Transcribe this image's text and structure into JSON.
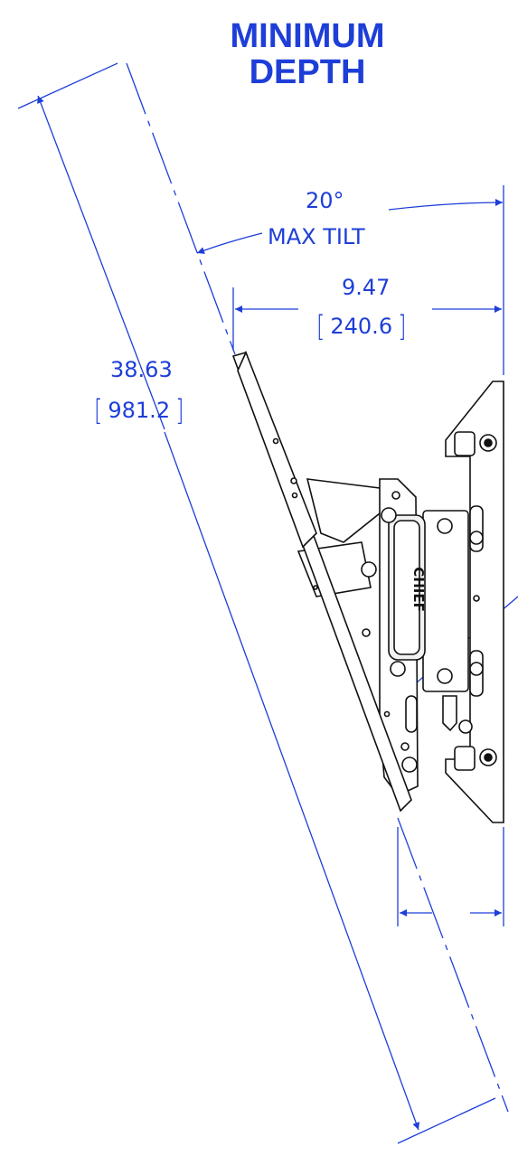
{
  "title": {
    "line1": "MINIMUM",
    "line2": "DEPTH"
  },
  "dimensions": {
    "tilt": {
      "angle": "20°",
      "label": "MAX TILT"
    },
    "depth": {
      "inches": "9.47",
      "mm": "240.6"
    },
    "diagonal": {
      "inches": "38.63",
      "mm": "981.2"
    }
  },
  "brand_text": "CHIEF",
  "colors": {
    "dimension": "#1e3ed8",
    "part": "#111111"
  }
}
